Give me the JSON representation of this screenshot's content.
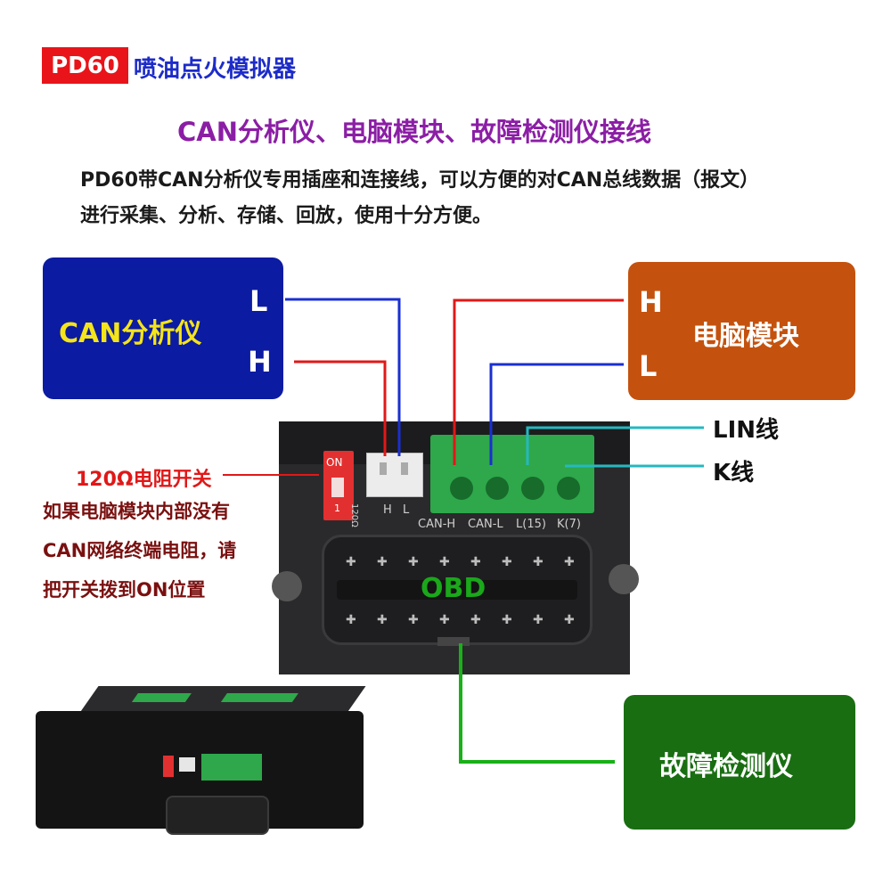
{
  "header": {
    "model": "PD60",
    "title": "喷油点火模拟器"
  },
  "subtitle": "CAN分析仪、电脑模块、故障检测仪接线",
  "intro": {
    "line1": "PD60带CAN分析仪专用插座和连接线，可以方便的对CAN总线数据（报文）",
    "line2": "进行采集、分析、存储、回放，使用十分方便。"
  },
  "can_analyzer": {
    "title": "CAN分析仪",
    "pin_top": "L",
    "pin_bottom": "H",
    "color": "#0b1ba2"
  },
  "pc_module": {
    "title": "电脑模块",
    "pin_top": "H",
    "pin_bottom": "L",
    "color": "#c4520e"
  },
  "diagnostic": {
    "title": "故障检测仪",
    "color": "#196e12"
  },
  "side_labels": {
    "lin": "LIN线",
    "k": "K线"
  },
  "resistor_note": {
    "title": "120Ω电阻开关",
    "line1": "如果电脑模块内部没有",
    "line2": "CAN网络终端电阻，请",
    "line3": "把开关拨到ON位置"
  },
  "device": {
    "switch_on": "ON",
    "switch_one": "1",
    "switch_ohm": "120Ω",
    "header_h": "H",
    "header_l": "L",
    "terminals": [
      "CAN-H",
      "CAN-L",
      "L(15)",
      "K(7)"
    ],
    "obd": "OBD"
  },
  "wire_colors": {
    "can_h": "#e01818",
    "can_l": "#1a2fd0",
    "lin_k": "#25b8c0",
    "obd": "#19b019"
  }
}
